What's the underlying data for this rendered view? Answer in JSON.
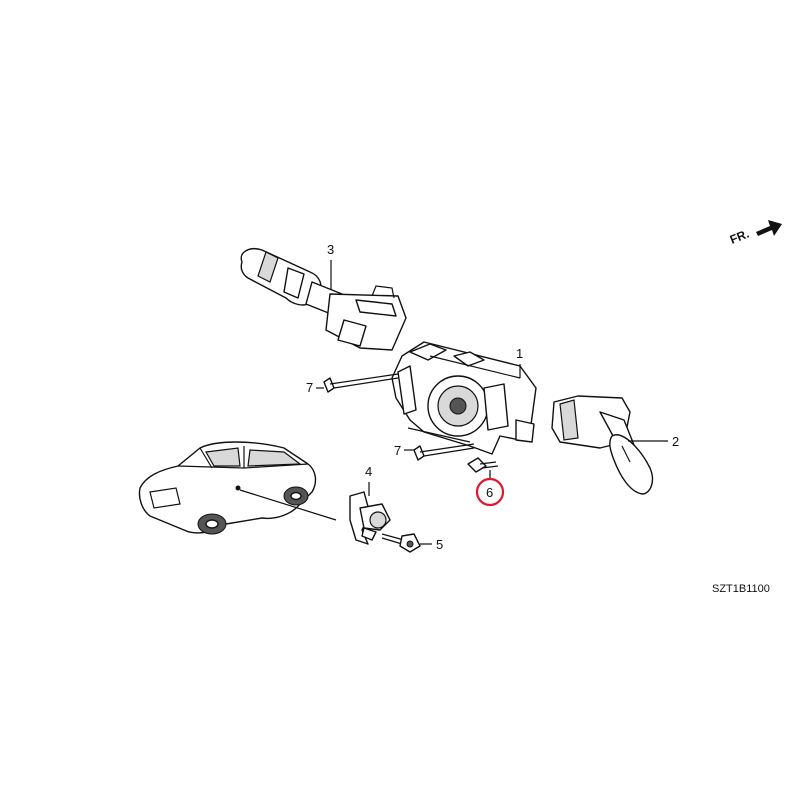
{
  "diagram": {
    "orientation_label": "FR.",
    "figure_code": "SZT1B1100",
    "callouts": {
      "c1": "1",
      "c2": "2",
      "c3": "3",
      "c4": "4",
      "c5": "5",
      "c6": "6",
      "c7a": "7",
      "c7b": "7"
    },
    "highlight_color": "#e0182d"
  }
}
